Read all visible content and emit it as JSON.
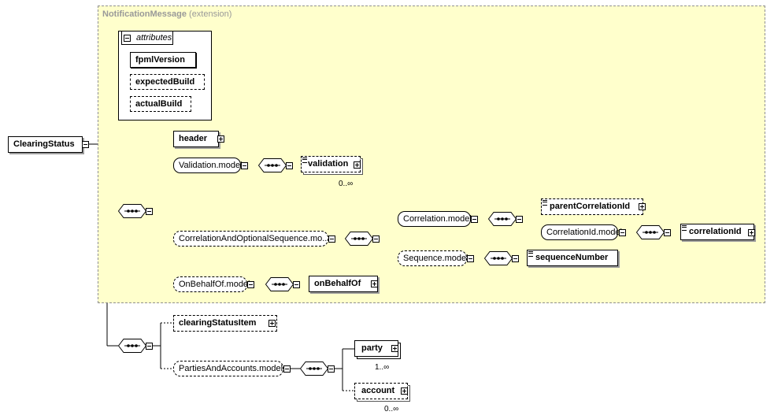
{
  "extension": {
    "name": "NotificationMessage",
    "kind": "(extension)"
  },
  "root": {
    "label": "ClearingStatus"
  },
  "attributes": {
    "tab_label": "attributes",
    "items": [
      {
        "label": "fpmlVersion",
        "required": true
      },
      {
        "label": "expectedBuild",
        "required": false
      },
      {
        "label": "actualBuild",
        "required": false
      }
    ]
  },
  "elements": {
    "header": "header",
    "validation_model": "Validation.model",
    "validation": "validation",
    "validation_card": "0..∞",
    "correlation_and_optional_sequence_model": "CorrelationAndOptionalSequence.mo...",
    "correlation_model": "Correlation.model",
    "parent_correlation_id": "parentCorrelationId",
    "correlation_id_model": "CorrelationId.model",
    "correlation_id": "correlationId",
    "sequence_model": "Sequence.model",
    "sequence_number": "sequenceNumber",
    "on_behalf_of_model": "OnBehalfOf.model",
    "on_behalf_of": "onBehalfOf",
    "clearing_status_item": "clearingStatusItem",
    "parties_and_accounts_model": "PartiesAndAccounts.model",
    "party": "party",
    "party_card": "1..∞",
    "account": "account",
    "account_card": "0..∞"
  }
}
